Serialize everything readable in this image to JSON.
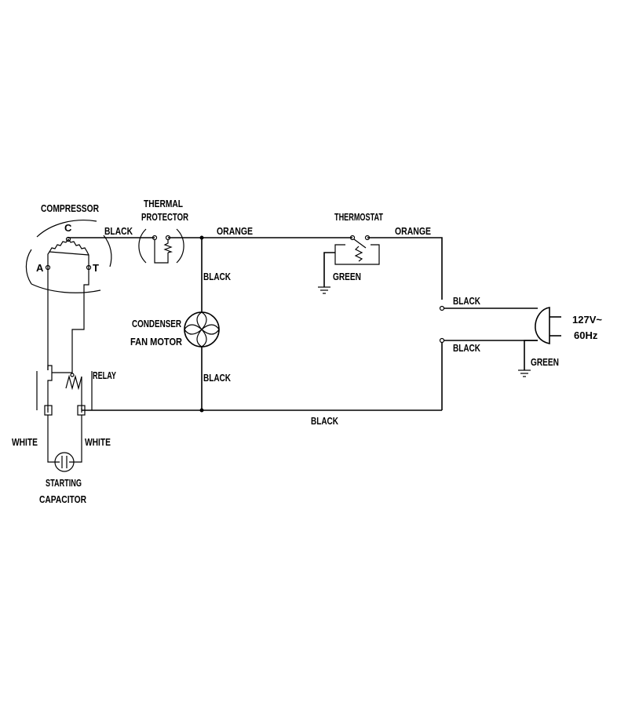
{
  "components": {
    "compressor": {
      "label": "COMPRESSOR",
      "terminal_c": "C",
      "terminal_a": "A",
      "terminal_t": "T"
    },
    "thermal_protector": {
      "label_line1": "THERMAL",
      "label_line2": "PROTECTOR"
    },
    "thermostat": {
      "label": "THERMOSTAT"
    },
    "condenser_fan_motor": {
      "label_line1": "CONDENSER",
      "label_line2": "FAN MOTOR"
    },
    "relay": {
      "label": "RELAY"
    },
    "starting_capacitor": {
      "label_line1": "STARTING",
      "label_line2": "CAPACITOR"
    },
    "power_plug": {
      "voltage": "127V~",
      "frequency": "60Hz"
    }
  },
  "wires": {
    "compressor_to_protector": "BLACK",
    "protector_to_thermostat": "ORANGE",
    "thermostat_to_line": "ORANGE",
    "fan_upper": "BLACK",
    "fan_lower": "BLACK",
    "thermostat_ground": "GREEN",
    "line_upper": "BLACK",
    "line_lower": "BLACK",
    "plug_ground": "GREEN",
    "return_bottom": "BLACK",
    "capacitor_left": "WHITE",
    "capacitor_right": "WHITE"
  }
}
